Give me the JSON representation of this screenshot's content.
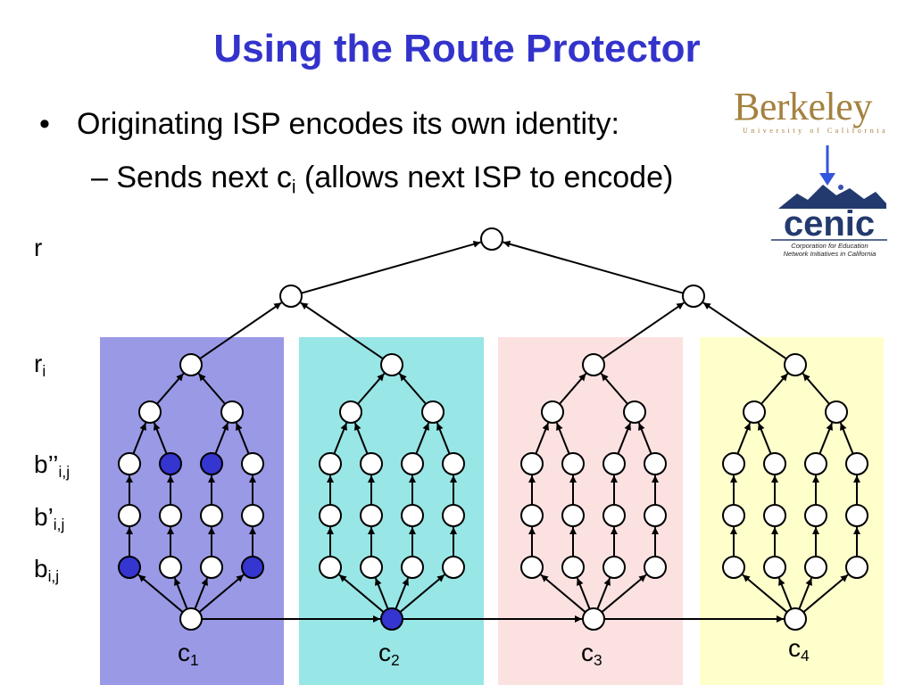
{
  "slide": {
    "title": "Using the Route Protector",
    "bullet1": {
      "marker": "•",
      "text": "Originating ISP encodes its own identity:"
    },
    "bullet2": {
      "prefix": "– Sends next c",
      "sub": "i",
      "suffix": " (allows next ISP to encode)"
    }
  },
  "row_labels": {
    "r": {
      "main": "r",
      "sub": ""
    },
    "ri": {
      "main": "r",
      "sub": "i"
    },
    "b2": {
      "main": "b’’",
      "sub": "i,j"
    },
    "b1": {
      "main": "b’",
      "sub": "i,j"
    },
    "b0": {
      "main": "b",
      "sub": "i,j"
    }
  },
  "c_labels": [
    {
      "main": "c",
      "sub": "1"
    },
    {
      "main": "c",
      "sub": "2"
    },
    {
      "main": "c",
      "sub": "3"
    },
    {
      "main": "c",
      "sub": "4"
    }
  ],
  "logos": {
    "berkeley_word": "Berkeley",
    "berkeley_sub": "University of California",
    "cenic_word": "cenic",
    "cenic_tagline": [
      "Corporation for Education",
      "Network Initiatives in California"
    ]
  },
  "colors": {
    "title": "#3333cc",
    "panel_1": "#9999e6",
    "panel_2": "#99e6e6",
    "panel_3": "#fce1e1",
    "panel_4": "#ffffcc",
    "node_highlight": "#3535d0",
    "arrow_down": "#3355dd",
    "berkeley_gold": "#a4823f",
    "cenic_navy": "#233a6e",
    "cenic_blue": "#3b4fb0"
  },
  "highlighted_nodes": [
    {
      "isp": 1,
      "level": "b2",
      "index": 2
    },
    {
      "isp": 1,
      "level": "b2",
      "index": 3
    },
    {
      "isp": 1,
      "level": "b0",
      "index": 1
    },
    {
      "isp": 1,
      "level": "b0",
      "index": 4
    },
    {
      "isp": 2,
      "level": "c",
      "index": 1
    }
  ]
}
